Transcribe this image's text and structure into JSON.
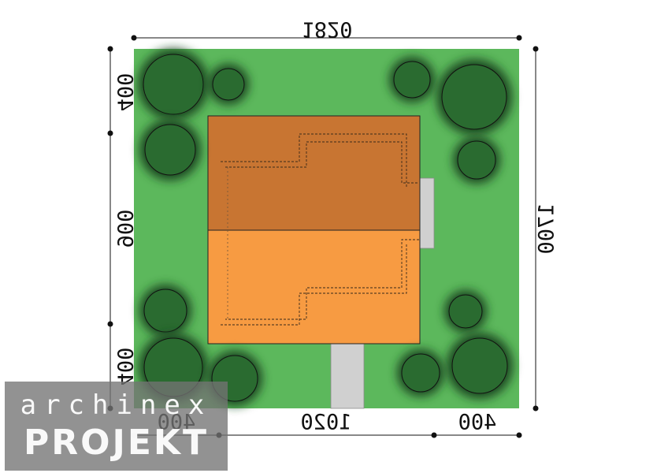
{
  "colors": {
    "lawn": "#5cb85c",
    "tree": "#2a6b30",
    "tree_shadow": "#1f4a22",
    "roof_dark": "#c87532",
    "roof_light": "#f79b42",
    "paving": "#d0d0d0",
    "dimension": "#111111"
  },
  "dimensions": {
    "top": "1820",
    "right": "1700",
    "left_top": "400",
    "left_middle": "900",
    "left_bottom": "400",
    "bottom_left": "400",
    "bottom_middle": "1020",
    "bottom_right": "400"
  },
  "watermark": {
    "top_text": "archinex",
    "bottom_text": "PROJEKT"
  }
}
